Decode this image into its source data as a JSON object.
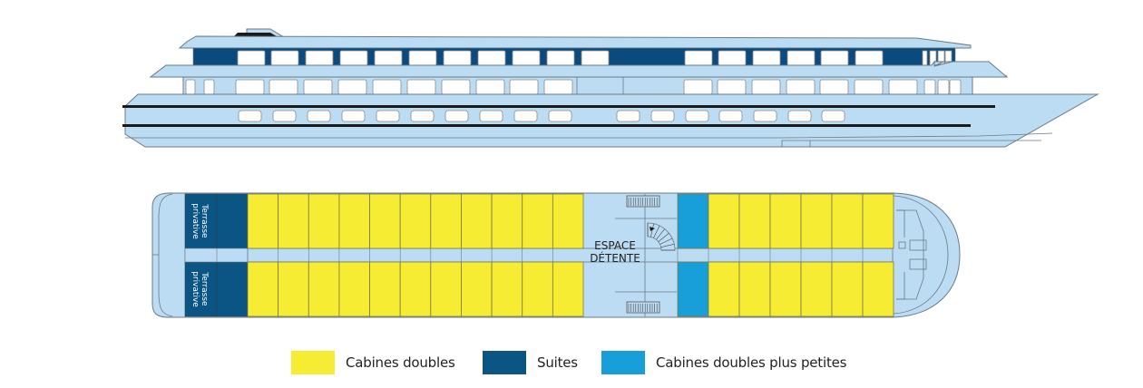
{
  "colors": {
    "hull": "#bcdcf3",
    "hull_stroke": "#6b7a86",
    "stripe": "#1a1a1a",
    "window": "#ffffff",
    "double_cabin": "#f5ec33",
    "suite": "#0b5585",
    "smaller_double_cabin": "#189fd9",
    "corridor": "#bcdcf3",
    "cabin_stroke": "#6e6e4a"
  },
  "deck_plan": {
    "rear_suites": [
      {
        "label": "Terrasse privative",
        "category": "suite"
      },
      {
        "label": "Terrasse privative",
        "category": "suite"
      }
    ],
    "aft_double_cabins_per_side": 11,
    "lounge": {
      "label_line1": "ESPACE",
      "label_line2": "DÉTENTE"
    },
    "smaller_double_cabins_per_side": 1,
    "fore_double_cabins_per_side": 6
  },
  "side_view": {
    "upper_deck_windows": 17,
    "middle_deck_windows": 17,
    "lower_deck_portholes": 17
  },
  "legend": [
    {
      "key": "double_cabin",
      "label": "Cabines doubles"
    },
    {
      "key": "suite",
      "label": "Suites"
    },
    {
      "key": "smaller_double_cabin",
      "label": "Cabines doubles plus petites"
    }
  ]
}
